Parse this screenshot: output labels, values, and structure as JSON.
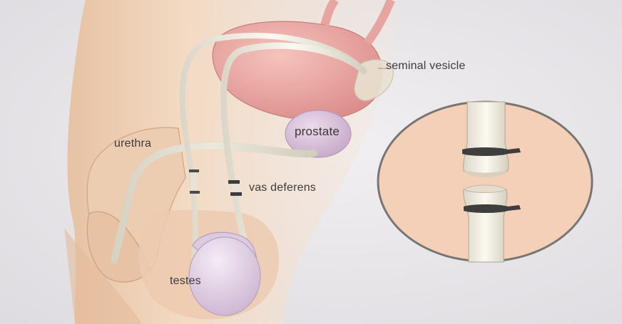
{
  "labels": {
    "seminal_vesicle": "seminal vesicle",
    "prostate": "prostate",
    "urethra": "urethra",
    "vas_deferens": "vas deferens",
    "testes": "testes"
  },
  "colors": {
    "background": "#e9e7ea",
    "skin": "#f1d7bf",
    "bladder": "#e9a7a2",
    "prostate": "#d8bfd8",
    "testes": "#e2d2e6",
    "duct": "#f3f0e6",
    "inset_bg": "#f4d0b8",
    "inset_border": "#7a7575"
  }
}
